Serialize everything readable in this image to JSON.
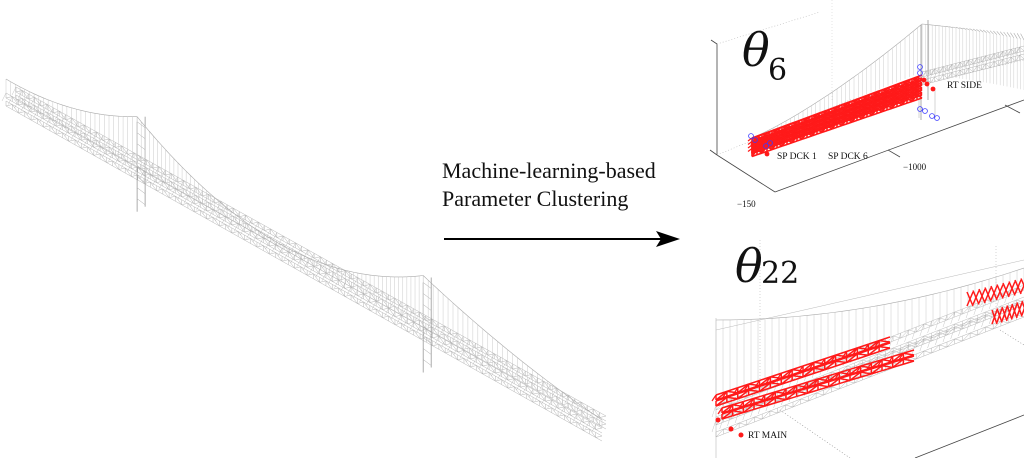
{
  "caption": {
    "line1": "Machine-learning-based",
    "line2": "Parameter Clustering"
  },
  "colors": {
    "wire": "#b4b4b4",
    "highlight": "#ff1a1a",
    "marker": "#3a3aff",
    "axis": "#444444",
    "text": "#111111"
  },
  "panels": [
    {
      "symbol": "θ",
      "subscript": "6",
      "labels": [
        "SP DCK 1",
        "SP DCK 6",
        "RT SIDE"
      ],
      "ticks": [
        "−1000",
        "−150"
      ]
    },
    {
      "symbol": "θ",
      "subscript": "22",
      "labels": [
        "RT MAIN"
      ]
    }
  ],
  "icons": {
    "arrow": "right-arrow-icon",
    "bridge": "suspension-bridge-wireframe"
  }
}
